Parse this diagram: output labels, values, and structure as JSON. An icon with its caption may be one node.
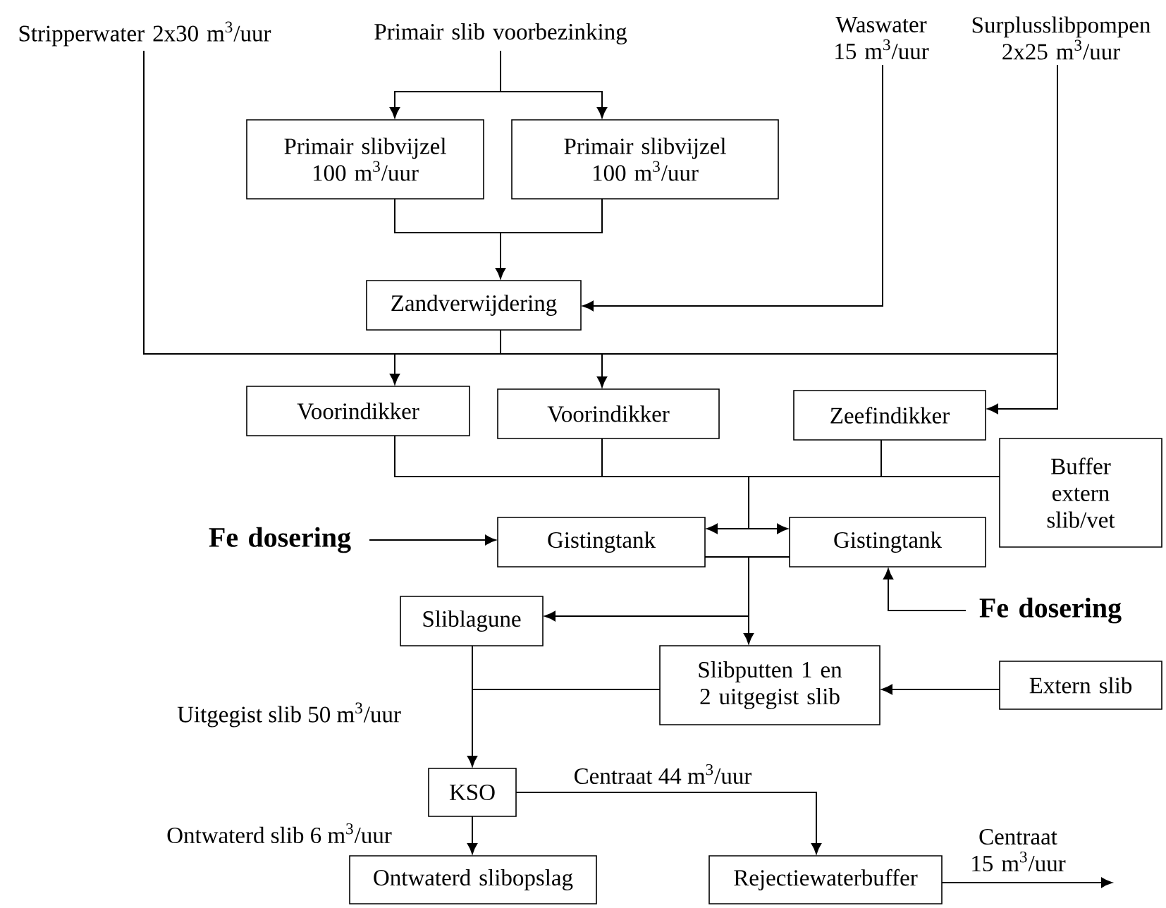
{
  "diagram": {
    "nodes": [
      {
        "text": [
          "Stripperwater 2x30 m$^{3}$/uur"
        ]
      },
      {
        "text": [
          "Primair slib voorbezinking"
        ]
      },
      {
        "text": [
          "Waswater 15 m$^{3}$/uur"
        ]
      },
      {
        "text": [
          "Surplusslibpompen 2x25 m$^{3}$/uur"
        ]
      },
      {
        "text": [
          "Primair slibvijzel 100 m$^{3}$/uur"
        ]
      },
      {
        "text": [
          "Primair slibvijzel 100 m$^{3}$/uur"
        ]
      },
      {
        "text": [
          "Zandverwijdering"
        ]
      },
      {
        "text": [
          "Voorindikker"
        ]
      },
      {
        "text": [
          "Voorindikker"
        ]
      },
      {
        "text": [
          "Zeefindikker"
        ]
      },
      {
        "text": [
          "Buffer extern slib/vet"
        ]
      },
      {
        "text": [
          "Fe dosering"
        ]
      },
      {
        "text": [
          "Gistingtank"
        ]
      },
      {
        "text": [
          "Gistingtank"
        ]
      },
      {
        "text": [
          "Fe dosering"
        ]
      },
      {
        "text": [
          "Sliblagune"
        ]
      },
      {
        "text": [
          "Slibputten 1 en 2 uitgegist slib"
        ]
      },
      {
        "text": [
          "Extern slib"
        ]
      },
      {
        "text": [
          "KSO"
        ]
      },
      {
        "text": [
          "Ontwaterd slibopslag"
        ]
      },
      {
        "text": [
          "Rejectiewaterbuffer"
        ]
      }
    ],
    "edges": [
      {
        "from": 1,
        "to": 4,
        "arrow": "to"
      },
      {
        "from": 1,
        "to": 5,
        "arrow": "to"
      },
      {
        "from": 4,
        "to": 6,
        "arrow": "to"
      },
      {
        "from": 5,
        "to": 6,
        "arrow": "to"
      },
      {
        "from": 2,
        "to": 6,
        "arrow": "to"
      },
      {
        "from": 0,
        "to": 7,
        "arrow": "to"
      },
      {
        "from": 0,
        "to": 8,
        "arrow": "to"
      },
      {
        "from": 6,
        "to": 7,
        "arrow": "to"
      },
      {
        "from": 6,
        "to": 8,
        "arrow": "to"
      },
      {
        "from": 3,
        "to": 7,
        "arrow": "to"
      },
      {
        "from": 3,
        "to": 8,
        "arrow": "to"
      },
      {
        "from": 3,
        "to": 9,
        "arrow": "to"
      },
      {
        "from": 7,
        "to": 12,
        "arrow": "to"
      },
      {
        "from": 8,
        "to": 12,
        "arrow": "to"
      },
      {
        "from": 9,
        "to": 12,
        "arrow": "to"
      },
      {
        "from": 10,
        "to": 12,
        "arrow": "to"
      },
      {
        "from": 7,
        "to": 13,
        "arrow": "to"
      },
      {
        "from": 8,
        "to": 13,
        "arrow": "to"
      },
      {
        "from": 9,
        "to": 13,
        "arrow": "to"
      },
      {
        "from": 10,
        "to": 13,
        "arrow": "to"
      },
      {
        "from": 11,
        "to": 12,
        "arrow": "to"
      },
      {
        "from": 14,
        "to": 13,
        "arrow": "to"
      },
      {
        "from": 12,
        "to": 16,
        "arrow": "to"
      },
      {
        "from": 13,
        "to": 16,
        "arrow": "to"
      },
      {
        "from": 12,
        "to": 15,
        "arrow": "to"
      },
      {
        "from": 13,
        "to": 15,
        "arrow": "to"
      },
      {
        "from": 15,
        "to": 18,
        "arrow": "to"
      },
      {
        "from": 16,
        "to": 18,
        "arrow": "to",
        "label": "Uitgegist slib 50 m$^{3}$/uur"
      },
      {
        "from": 17,
        "to": 16,
        "arrow": "to"
      },
      {
        "from": 18,
        "to": 19,
        "arrow": "to",
        "label": "Ontwaterd slib 6 m$^{3}$/uur"
      },
      {
        "from": 18,
        "to": 20,
        "arrow": "to",
        "label": "Centraat 44 m$^{3}$/uur"
      },
      {
        "from": 20,
        "to": null,
        "arrow": "to",
        "label": "Centraat 15 m$^{3}$/uur"
      }
    ]
  }
}
